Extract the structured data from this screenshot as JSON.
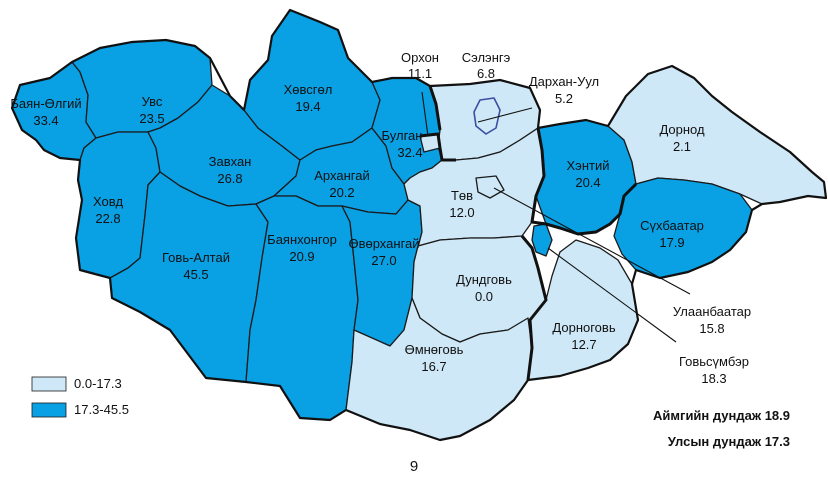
{
  "colors": {
    "low": "#cfe8f7",
    "high": "#0aa0e4",
    "border": "#1b1b1b"
  },
  "legend": {
    "items": [
      {
        "label": "0.0-17.3",
        "class": "low"
      },
      {
        "label": "17.3-45.5",
        "class": "high"
      }
    ]
  },
  "regions": [
    {
      "name": "Баян-Өлгий",
      "value": "33.4",
      "class": "high"
    },
    {
      "name": "Увс",
      "value": "23.5",
      "class": "high"
    },
    {
      "name": "Ховд",
      "value": "22.8",
      "class": "high"
    },
    {
      "name": "Завхан",
      "value": "26.8",
      "class": "high"
    },
    {
      "name": "Говь-Алтай",
      "value": "45.5",
      "class": "high"
    },
    {
      "name": "Хөвсгөл",
      "value": "19.4",
      "class": "high"
    },
    {
      "name": "Архангай",
      "value": "20.2",
      "class": "high"
    },
    {
      "name": "Баянхонгор",
      "value": "20.9",
      "class": "high"
    },
    {
      "name": "Өвөрхангай",
      "value": "27.0",
      "class": "high"
    },
    {
      "name": "Булган",
      "value": "32.4",
      "class": "high"
    },
    {
      "name": "Орхон",
      "value": "11.1",
      "class": "low"
    },
    {
      "name": "Сэлэнгэ",
      "value": "6.8",
      "class": "low"
    },
    {
      "name": "Дархан-Уул",
      "value": "5.2",
      "class": "low"
    },
    {
      "name": "Төв",
      "value": "12.0",
      "class": "low"
    },
    {
      "name": "Дундговь",
      "value": "0.0",
      "class": "low"
    },
    {
      "name": "Өмнөговь",
      "value": "16.7",
      "class": "low"
    },
    {
      "name": "Дорноговь",
      "value": "12.7",
      "class": "low"
    },
    {
      "name": "Хэнтий",
      "value": "20.4",
      "class": "high"
    },
    {
      "name": "Дорнод",
      "value": "2.1",
      "class": "low"
    },
    {
      "name": "Сүхбаатар",
      "value": "17.9",
      "class": "high"
    },
    {
      "name": "Улаанбаатар",
      "value": "15.8",
      "class": "low"
    },
    {
      "name": "Говьсүмбэр",
      "value": "18.3",
      "class": "high"
    }
  ],
  "averages": {
    "aimag": "Аймгийн дундаж 18.9",
    "national": "Улсын дундаж 17.3"
  },
  "page_number": "9"
}
